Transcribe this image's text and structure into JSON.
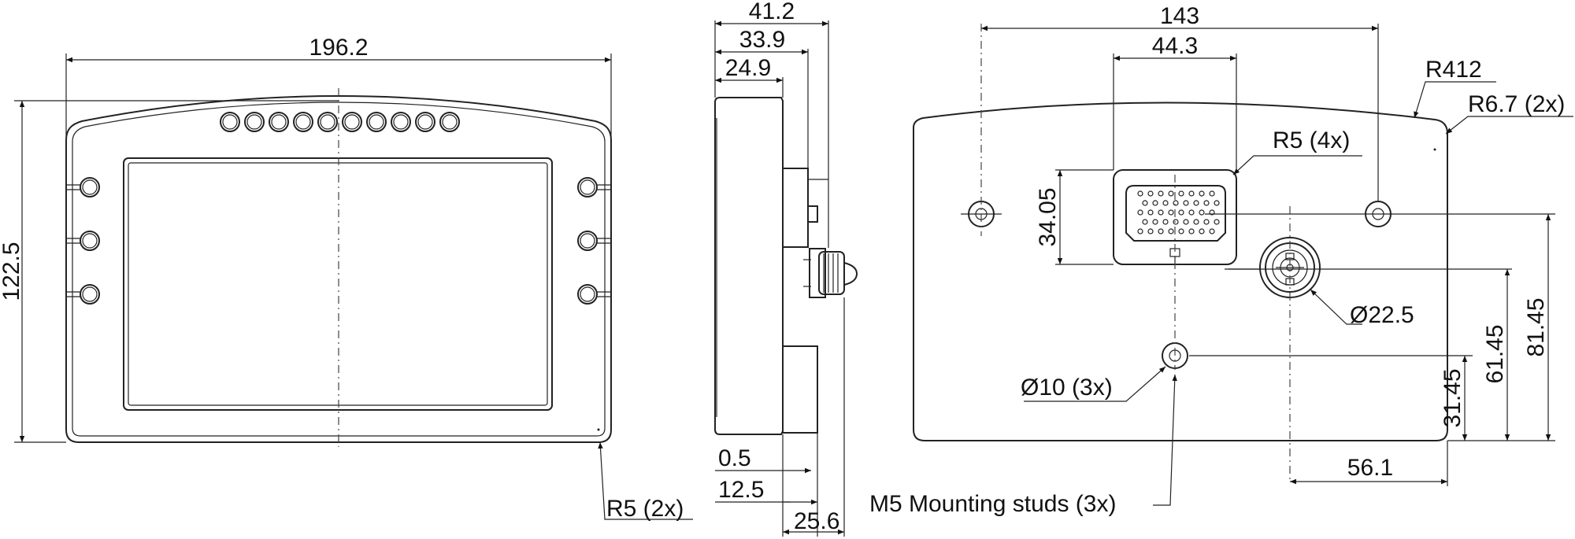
{
  "front_view": {
    "width_label": "196.2",
    "height_label": "122.5",
    "corner_label": "R5 (2x)",
    "led_count": 10,
    "side_button_count": 3
  },
  "side_view": {
    "depth_total": "41.2",
    "depth_mid": "33.9",
    "depth_body": "24.9",
    "offset_small": "0.5",
    "offset_stud": "12.5",
    "stud_length": "25.6"
  },
  "rear_view": {
    "hole_spacing": "143",
    "connector_width": "44.3",
    "top_radius": "R412",
    "corner_radius": "R6.7 (2x)",
    "connector_radius": "R5 (4x)",
    "connector_height": "34.05",
    "round_connector": "Ø22.5",
    "hole_dia": "Ø10 (3x)",
    "v_dim_1": "31.45",
    "v_dim_2": "61.45",
    "v_dim_3": "81.45",
    "h_dim_connector": "56.1",
    "studs_label": "M5 Mounting studs (3x)"
  }
}
